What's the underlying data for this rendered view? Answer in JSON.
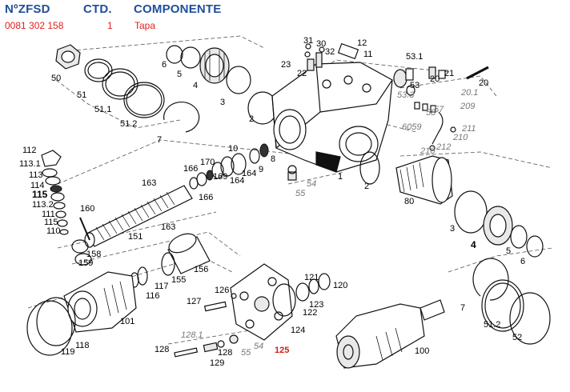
{
  "header": {
    "col_part_no": "NºZFSD",
    "col_qty": "CTD.",
    "col_component": "COMPONENTE",
    "part_no": "0081 302 158",
    "qty": "1",
    "component": "Tapa"
  },
  "labels": {
    "l50": "50",
    "l51": "51",
    "l511": "51.1",
    "l512": "51.2",
    "l6a": "6",
    "l5a": "5",
    "l4a": "4",
    "l3a": "3",
    "l7a": "7",
    "l2a": "2",
    "l31": "31",
    "l30": "30",
    "l32": "32",
    "l23": "23",
    "l22": "22",
    "l12": "12",
    "l11": "11",
    "l531": "53.1",
    "l53": "53",
    "l533": "53.3",
    "l20a": "20",
    "l21": "21",
    "l20b": "20",
    "l201": "20.1",
    "l209": "209",
    "l6059": "6059",
    "l58": "58",
    "l57": "57",
    "l211": "211",
    "l210a": "210",
    "l210b": "210",
    "l212": "212",
    "l8": "8",
    "l9": "9",
    "l10": "10",
    "l170": "170",
    "l166a": "166",
    "l169": "169",
    "l164a": "164",
    "l164b": "164",
    "l166b": "166",
    "l163a": "163",
    "l163b": "163",
    "l1": "1",
    "l54a": "54",
    "l55a": "55",
    "l2b": "2",
    "l80": "80",
    "l112": "112",
    "l1131": "113.1",
    "l113": "113",
    "l114": "114",
    "l115": "115",
    "l1132": "113.2",
    "l111": "111",
    "l115b": "115",
    "l110": "110",
    "l160": "160",
    "l151": "151",
    "l158": "158",
    "l159": "159",
    "l156": "156",
    "l155": "155",
    "l117": "117",
    "l116": "116",
    "l101": "101",
    "l118": "118",
    "l119": "119",
    "l126": "126",
    "l127": "127",
    "l121": "121",
    "l120": "120",
    "l123": "123",
    "l122": "122",
    "l124": "124",
    "l1281": "128.1",
    "l128a": "128",
    "l128b": "128",
    "l129": "129",
    "l55b": "55",
    "l54b": "54",
    "l125": "125",
    "l100": "100",
    "l3b": "3",
    "l4b": "4",
    "l5b": "5",
    "l6b": "6",
    "l7b": "7",
    "l512b": "51.2",
    "l52": "52"
  }
}
